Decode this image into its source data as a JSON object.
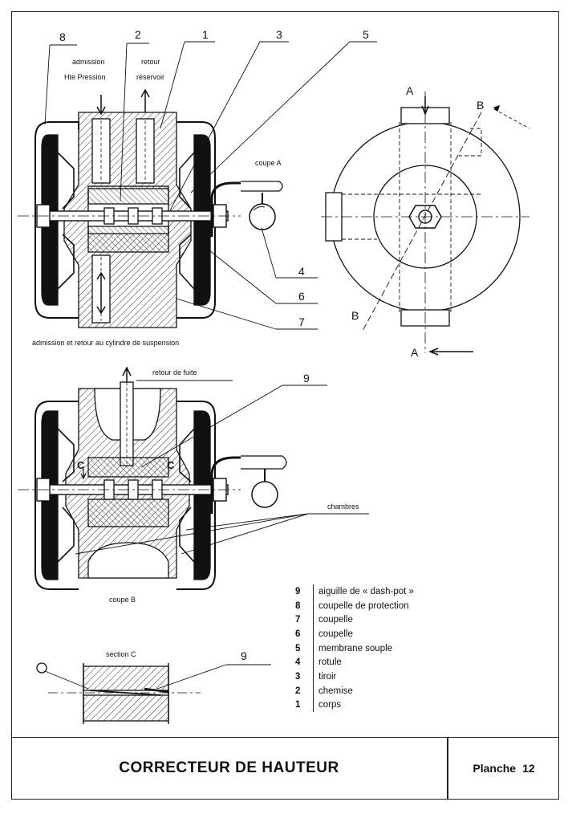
{
  "callouts": {
    "n8": "8",
    "n2": "2",
    "n1": "1",
    "n3": "3",
    "n5": "5",
    "n4": "4",
    "n6": "6",
    "n7": "7",
    "n9a": "9",
    "n9b": "9"
  },
  "annotations": {
    "admission": "admission",
    "pressure": "Hte Pression",
    "retour": "retour",
    "reservoir": "réservoir",
    "coupe_a": "coupe A",
    "admission_retour": "admission et retour au cylindre de suspension",
    "retour_fuite": "retour de fuite",
    "chambres": "chambres",
    "coupe_b": "coupe B",
    "section_c": "section C",
    "c_left": "C",
    "c_right": "C",
    "o_mark": "O",
    "a_top": "A",
    "a_bottom": "A",
    "b_top": "B",
    "b_bottom": "B"
  },
  "legend": [
    {
      "num": "9",
      "text": "aiguille de « dash-pot »"
    },
    {
      "num": "8",
      "text": "coupelle de protection"
    },
    {
      "num": "7",
      "text": "coupelle"
    },
    {
      "num": "6",
      "text": "coupelle"
    },
    {
      "num": "5",
      "text": "membrane souple"
    },
    {
      "num": "4",
      "text": "rotule"
    },
    {
      "num": "3",
      "text": "tiroir"
    },
    {
      "num": "2",
      "text": "chemise"
    },
    {
      "num": "1",
      "text": "corps"
    }
  ],
  "footer": {
    "title": "CORRECTEUR DE HAUTEUR",
    "plate_label": "Planche",
    "plate_number": "12"
  }
}
